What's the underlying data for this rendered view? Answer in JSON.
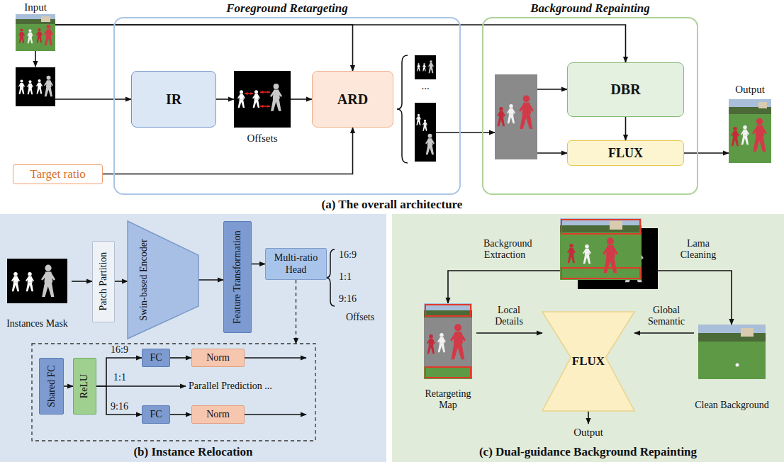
{
  "diagram": {
    "nodes": [
      {
        "text": [
          "Input"
        ]
      },
      {
        "text": [
          "Foreground Retargeting"
        ]
      },
      {
        "text": [
          "IR"
        ],
        "in": 1
      },
      {
        "text": [
          "Offsets"
        ],
        "in": 1
      },
      {
        "text": [
          "ARD"
        ],
        "in": 1
      },
      {
        "text": [
          "Target ratio"
        ]
      },
      {
        "text": [
          "Background Repainting"
        ]
      },
      {
        "text": [
          "DBR"
        ],
        "in": 6
      },
      {
        "text": [
          "FLUX"
        ],
        "in": 6
      },
      {
        "text": [
          "Output"
        ]
      },
      {
        "text": [
          "(b) Instance Relocation"
        ]
      },
      {
        "text": [
          "Instances Mask"
        ],
        "in": 10
      },
      {
        "text": [
          "Patch Partition"
        ],
        "in": 10
      },
      {
        "text": [
          "Swin-based Encoder"
        ],
        "in": 10
      },
      {
        "text": [
          "Feature Transformation"
        ],
        "in": 10
      },
      {
        "text": [
          "Multi-ratio Head"
        ],
        "in": 10
      },
      {
        "text": [
          "Shared FC"
        ],
        "in": 10
      },
      {
        "text": [
          "ReLU"
        ],
        "in": 10
      },
      {
        "text": [
          "FC"
        ],
        "in": 10
      },
      {
        "text": [
          "Norm"
        ],
        "in": 10
      },
      {
        "text": [
          "FC"
        ],
        "in": 10
      },
      {
        "text": [
          "Norm"
        ],
        "in": 10
      },
      {
        "text": [
          "(c) Dual-guidance Background Repainting"
        ]
      },
      {
        "text": [
          "Retargeting Map"
        ],
        "in": 22
      },
      {
        "text": [
          "FLUX"
        ],
        "in": 22
      },
      {
        "text": [
          "Clean Background"
        ],
        "in": 22
      }
    ],
    "edges": [
      {
        "from": 0,
        "to": 4,
        "arrow": "to"
      },
      {
        "from": 0,
        "to": 7,
        "arrow": "to"
      },
      {
        "from": 2,
        "to": 3,
        "arrow": "to"
      },
      {
        "from": 3,
        "to": 4,
        "arrow": "to"
      },
      {
        "from": 5,
        "to": 4,
        "arrow": "to"
      },
      {
        "from": 7,
        "to": 8,
        "arrow": "to"
      },
      {
        "from": 8,
        "to": 9,
        "arrow": "to"
      },
      {
        "from": 11,
        "to": 12,
        "arrow": "to"
      },
      {
        "from": 12,
        "to": 13,
        "arrow": "to"
      },
      {
        "from": 13,
        "to": 14,
        "arrow": "to"
      },
      {
        "from": 14,
        "to": 15,
        "arrow": "to"
      },
      {
        "from": 16,
        "to": 17,
        "arrow": "to"
      },
      {
        "from": 17,
        "to": 18,
        "arrow": "to",
        "label": "16:9"
      },
      {
        "from": 17,
        "to": 20,
        "arrow": "to",
        "label": "9:16"
      },
      {
        "from": 18,
        "to": 19,
        "arrow": "to"
      },
      {
        "from": 20,
        "to": 21,
        "arrow": "to"
      },
      {
        "from": 23,
        "to": 24,
        "arrow": "to",
        "label": "Local Details"
      },
      {
        "from": 25,
        "to": 24,
        "arrow": "to",
        "label": "Global Semantic"
      }
    ],
    "labels": [
      "(a) The overall architecture",
      "...",
      "16:9",
      "1:1",
      "9:16",
      "Offsets",
      "1:1",
      "Parallel Prediction ...",
      "Background Extraction",
      "Lama Cleaning",
      "Output"
    ]
  }
}
